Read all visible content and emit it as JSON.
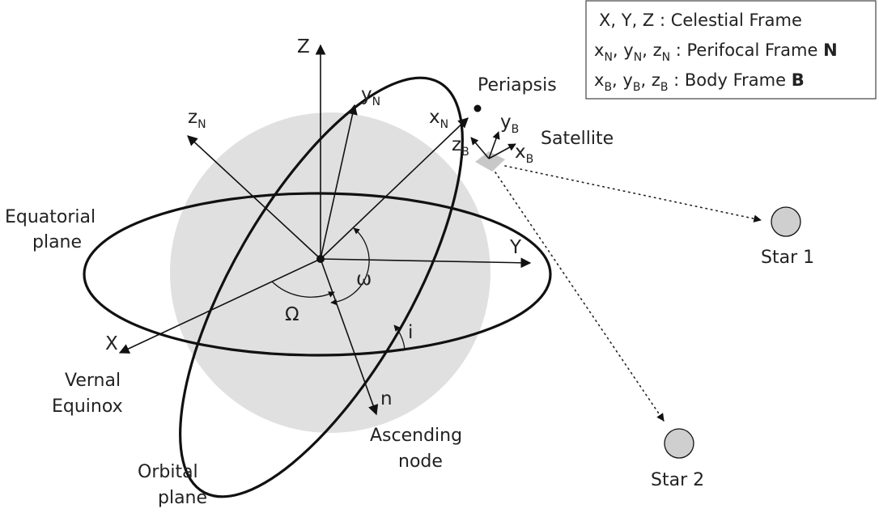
{
  "legend": {
    "celestial": "X, Y, Z : Celestial Frame",
    "perifocal_prefix": " : Perifocal Frame ",
    "perifocal_bold": "N",
    "body_prefix": " : Body Frame ",
    "body_bold": "B"
  },
  "axes": {
    "Z": "Z",
    "Y": "Y",
    "X": "X",
    "xN": "x",
    "yN": "y",
    "zN": "z",
    "N_sub": "N",
    "xB": "x",
    "yB": "y",
    "zB": "z",
    "B_sub": "B",
    "n": "n"
  },
  "angles": {
    "Omega": "Ω",
    "omega": "ω",
    "i": "i"
  },
  "labels": {
    "periapsis": "Periapsis",
    "satellite": "Satellite",
    "equatorial_1": "Equatorial",
    "equatorial_2": "plane",
    "vernal_1": "Vernal",
    "vernal_2": "Equinox",
    "orbital_1": "Orbital",
    "orbital_2": "plane",
    "ascending_1": "Ascending",
    "ascending_2": "node",
    "star1": "Star 1",
    "star2": "Star 2"
  },
  "colors": {
    "earth": "#e0e0e0",
    "star": "#cfcfcf",
    "satellite": "#c8c8c8",
    "line": "#111111"
  }
}
